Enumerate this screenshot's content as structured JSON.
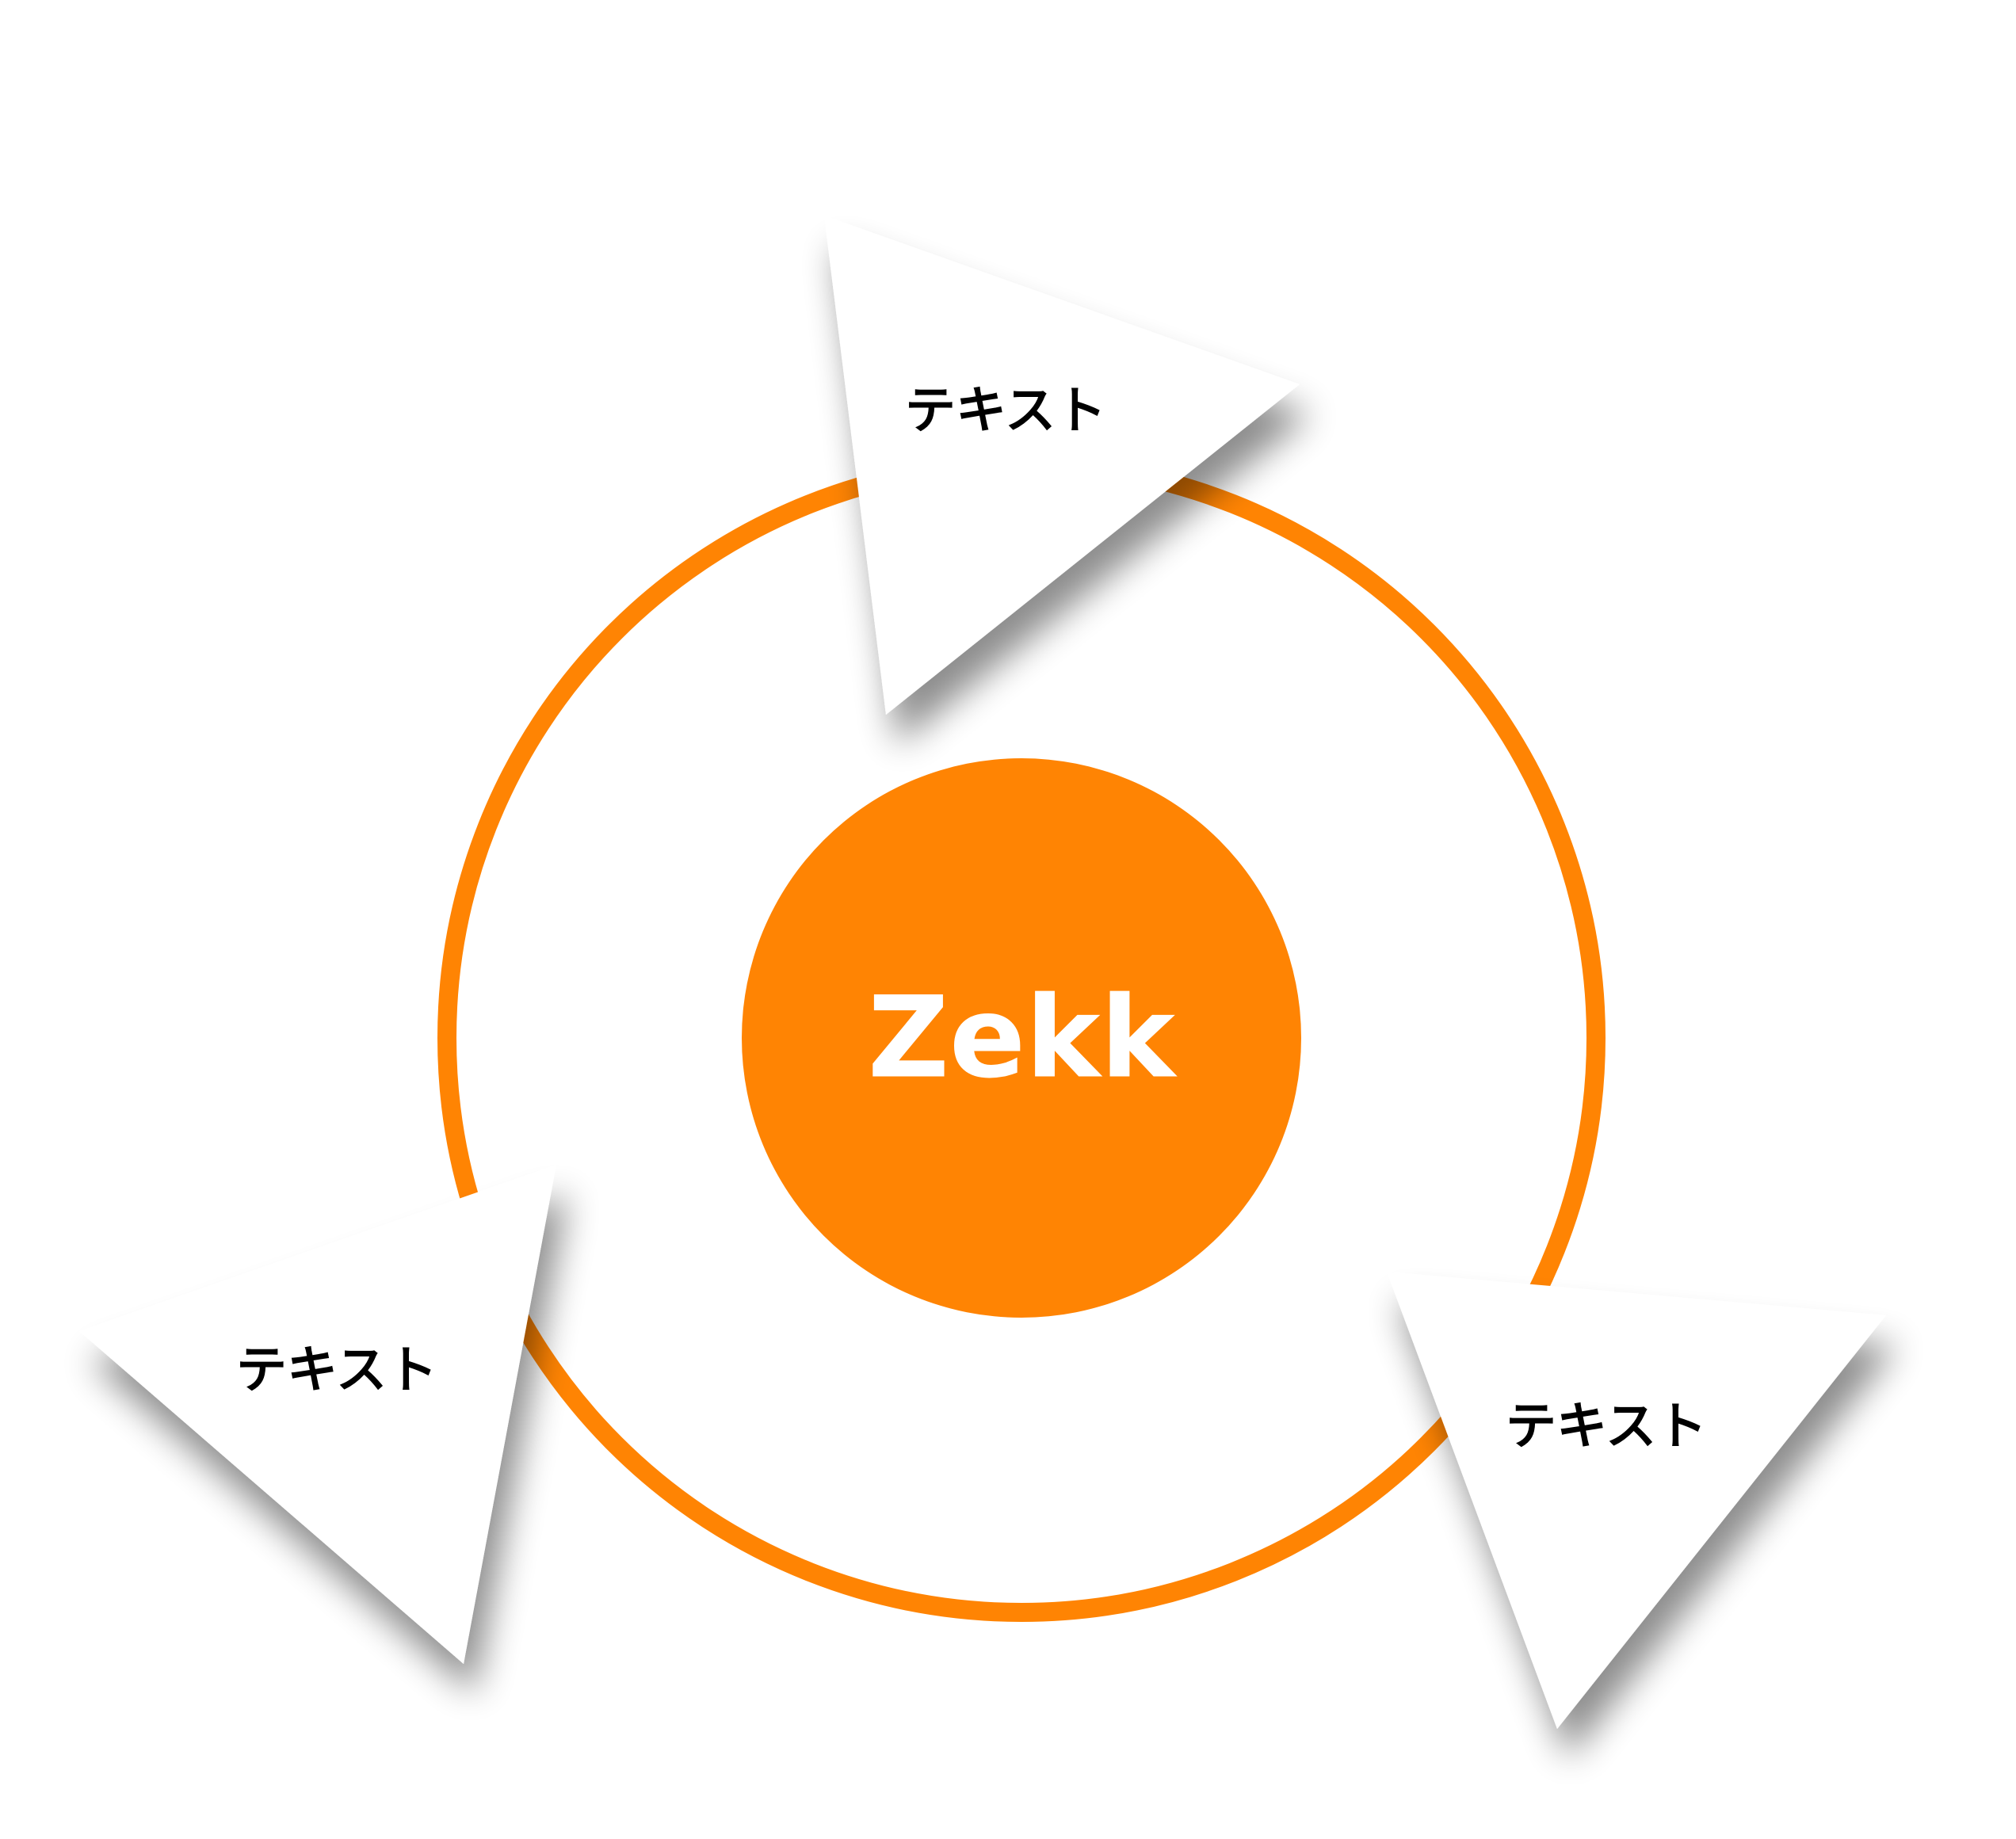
{
  "diagram": {
    "center": {
      "label": "Zekk"
    },
    "arrows": [
      {
        "label": "テキスト"
      },
      {
        "label": "テキスト"
      },
      {
        "label": "テキスト"
      }
    ]
  },
  "colors": {
    "accent": "#FF8403",
    "arrow_fill": "#FFFFFF",
    "text_dark": "#000000",
    "text_light": "#FFFFFF"
  }
}
